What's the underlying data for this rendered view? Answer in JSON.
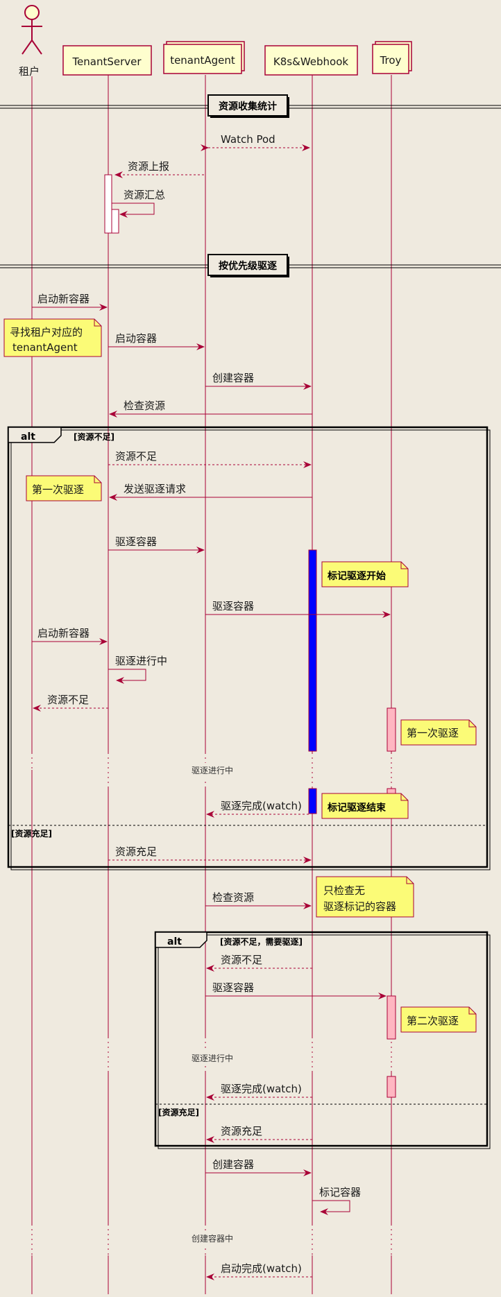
{
  "participants": {
    "actor": "租户",
    "tenant_server": "TenantServer",
    "tenant_agent": "tenantAgent",
    "k8s": "K8s&Webhook",
    "troy": "Troy"
  },
  "dividers": {
    "resource_stats": "资源收集统计",
    "priority_evict": "按优先级驱逐"
  },
  "messages": {
    "watch_pod": "Watch Pod",
    "resource_report": "资源上报",
    "resource_summary": "资源汇总",
    "start_new_container_1": "启动新容器",
    "start_container": "启动容器",
    "create_container_1": "创建容器",
    "check_resource_1": "检查资源",
    "resource_insufficient_1": "资源不足",
    "send_evict_request": "发送驱逐请求",
    "evict_container_1": "驱逐容器",
    "evict_container_2": "驱逐容器",
    "start_new_container_2": "启动新容器",
    "evicting_self": "驱逐进行中",
    "resource_insufficient_2": "资源不足",
    "evict_done_1": "驱逐完成(watch)",
    "resource_sufficient_1": "资源充足",
    "check_resource_2": "检查资源",
    "resource_insufficient_3": "资源不足",
    "evict_container_3": "驱逐容器",
    "evict_done_2": "驱逐完成(watch)",
    "resource_sufficient_2": "资源充足",
    "create_container_2": "创建容器",
    "mark_container": "标记容器",
    "start_done": "启动完成(watch)"
  },
  "delays": {
    "evicting_1": "驱逐进行中",
    "evicting_2": "驱逐进行中",
    "creating": "创建容器中"
  },
  "notes": {
    "find_agent_line1": "寻找租户对应的",
    "find_agent_line2": "tenantAgent",
    "first_evict_server": "第一次驱逐",
    "mark_evict_start": "标记驱逐开始",
    "first_evict_troy": "第一次驱逐",
    "mark_evict_end": "标记驱逐结束",
    "only_check_line1": "只检查无",
    "only_check_line2": "驱逐标记的容器",
    "second_evict": "第二次驱逐"
  },
  "groups": {
    "alt1": {
      "keyword": "alt",
      "condition": "[资源不足]",
      "else_condition": "[资源充足]"
    },
    "alt2": {
      "keyword": "alt",
      "condition": "[资源不足，需要驱逐]",
      "else_condition": "[资源充足]"
    }
  },
  "colors": {
    "background": "#efeadf",
    "line": "#a80036",
    "participant_fill": "#fefece",
    "note_fill": "#fbfb77",
    "activation_k8s": "#0000ff",
    "activation_troy": "#ffb6c1",
    "frame": "#000000"
  }
}
